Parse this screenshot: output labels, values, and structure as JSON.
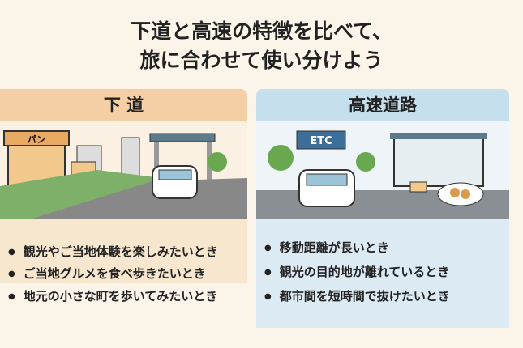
{
  "title": {
    "line1": "下道と高速の特徴を比べて、",
    "line2": "旅に合わせて使い分けよう"
  },
  "left": {
    "heading": "下 道",
    "shop_sign": "パン",
    "items": [
      "観光やご当地体験を楽しみたいとき",
      "ご当地グルメを食べ歩きたいとき",
      "地元の小さな町を歩いてみたいとき"
    ],
    "colors": {
      "header": "#f4cfa5",
      "body": "#f8e7cf"
    }
  },
  "right": {
    "heading": "高速道路",
    "etc_sign": "ETC",
    "items": [
      "移動距離が長いとき",
      "観光の目的地が離れているとき",
      "都市間を短時間で抜けたいとき"
    ],
    "colors": {
      "header": "#c6dfec",
      "body": "#dbeaf3"
    }
  }
}
